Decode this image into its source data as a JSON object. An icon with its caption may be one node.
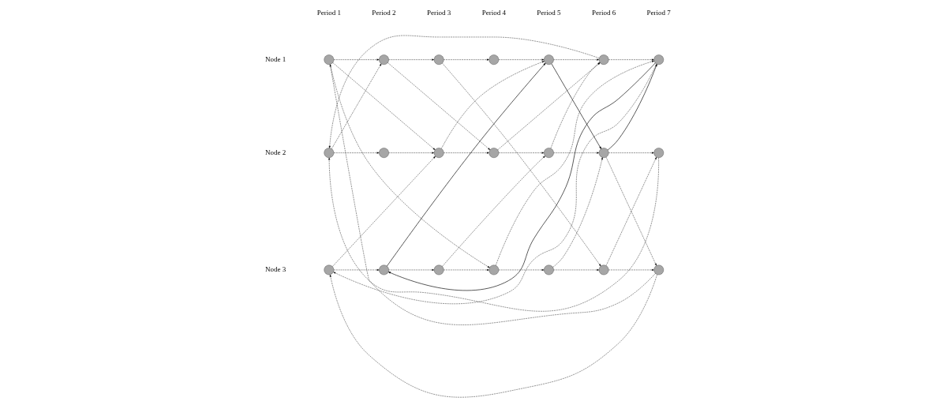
{
  "diagram": {
    "nodes": [
      {
        "text": [],
        "shape": "circle"
      },
      {
        "text": [],
        "shape": "circle"
      },
      {
        "text": [],
        "shape": "circle"
      },
      {
        "text": [],
        "shape": "circle"
      },
      {
        "text": [],
        "shape": "circle"
      },
      {
        "text": [],
        "shape": "circle"
      },
      {
        "text": [],
        "shape": "circle"
      },
      {
        "text": [],
        "shape": "circle"
      },
      {
        "text": [],
        "shape": "circle"
      },
      {
        "text": [],
        "shape": "circle"
      },
      {
        "text": [],
        "shape": "circle"
      },
      {
        "text": [],
        "shape": "circle"
      },
      {
        "text": [],
        "shape": "circle"
      },
      {
        "text": [],
        "shape": "circle"
      },
      {
        "text": [],
        "shape": "circle"
      },
      {
        "text": [],
        "shape": "circle"
      },
      {
        "text": [],
        "shape": "circle"
      },
      {
        "text": [],
        "shape": "circle"
      },
      {
        "text": [],
        "shape": "circle"
      },
      {
        "text": [],
        "shape": "circle"
      },
      {
        "text": [],
        "shape": "circle"
      }
    ],
    "edges": [
      {
        "from": 0,
        "to": 1,
        "arrow": "to",
        "style": "dashed"
      },
      {
        "from": 1,
        "to": 2,
        "arrow": "to",
        "style": "dashed"
      },
      {
        "from": 2,
        "to": 3,
        "arrow": "to",
        "style": "dashed"
      },
      {
        "from": 3,
        "to": 4,
        "arrow": "to",
        "style": "dashed"
      },
      {
        "from": 4,
        "to": 5,
        "arrow": "to",
        "style": "dashed"
      },
      {
        "from": 5,
        "to": 6,
        "arrow": "to",
        "style": "dashed"
      },
      {
        "from": 7,
        "to": 8,
        "arrow": "to",
        "style": "dashed"
      },
      {
        "from": 8,
        "to": 9,
        "arrow": "to",
        "style": "dashed"
      },
      {
        "from": 9,
        "to": 10,
        "arrow": "to",
        "style": "dashed"
      },
      {
        "from": 10,
        "to": 11,
        "arrow": "to",
        "style": "dashed"
      },
      {
        "from": 11,
        "to": 12,
        "arrow": "to",
        "style": "dashed"
      },
      {
        "from": 12,
        "to": 13,
        "arrow": "to",
        "style": "dashed"
      },
      {
        "from": 14,
        "to": 15,
        "arrow": "to",
        "style": "dashed"
      },
      {
        "from": 15,
        "to": 16,
        "arrow": "to",
        "style": "dashed"
      },
      {
        "from": 16,
        "to": 17,
        "arrow": "to",
        "style": "dashed"
      },
      {
        "from": 17,
        "to": 18,
        "arrow": "to",
        "style": "dashed"
      },
      {
        "from": 18,
        "to": 19,
        "arrow": "to",
        "style": "dashed"
      },
      {
        "from": 19,
        "to": 20,
        "arrow": "to",
        "style": "dashed"
      },
      {
        "from": 6,
        "to": 14,
        "arrow": "to",
        "style": "dashed"
      },
      {
        "from": 5,
        "to": 7,
        "arrow": "to",
        "style": "dashed"
      },
      {
        "from": 20,
        "to": 0,
        "arrow": "to",
        "style": "dashed"
      },
      {
        "from": 13,
        "to": 7,
        "arrow": "to",
        "style": "dashed"
      },
      {
        "from": 20,
        "to": 14,
        "arrow": "to",
        "style": "dashed"
      },
      {
        "from": 7,
        "to": 1,
        "arrow": "to",
        "style": "dashed"
      },
      {
        "from": 0,
        "to": 9,
        "arrow": "to",
        "style": "dashed"
      },
      {
        "from": 0,
        "to": 17,
        "arrow": "to",
        "style": "dashed"
      },
      {
        "from": 1,
        "to": 10,
        "arrow": "to",
        "style": "dashed"
      },
      {
        "from": 2,
        "to": 19,
        "arrow": "to",
        "style": "dashed"
      },
      {
        "from": 9,
        "to": 4,
        "arrow": "to",
        "style": "dashed"
      },
      {
        "from": 10,
        "to": 5,
        "arrow": "to",
        "style": "dashed"
      },
      {
        "from": 11,
        "to": 5,
        "arrow": "to",
        "style": "dashed"
      },
      {
        "from": 17,
        "to": 6,
        "arrow": "to",
        "style": "dashed"
      },
      {
        "from": 14,
        "to": 9,
        "arrow": "to",
        "style": "dashed"
      },
      {
        "from": 16,
        "to": 11,
        "arrow": "to",
        "style": "dashed"
      },
      {
        "from": 18,
        "to": 12,
        "arrow": "to",
        "style": "dashed"
      },
      {
        "from": 12,
        "to": 20,
        "arrow": "to",
        "style": "dashed"
      },
      {
        "from": 19,
        "to": 13,
        "arrow": "to",
        "style": "dashed"
      },
      {
        "from": 15,
        "to": 4,
        "arrow": "to"
      },
      {
        "from": 4,
        "to": 12,
        "arrow": "to"
      },
      {
        "from": 12,
        "to": 6,
        "arrow": "to"
      },
      {
        "from": 6,
        "to": 15,
        "arrow": "to"
      }
    ],
    "labels": [
      "Period 1",
      "Period 2",
      "Period 3",
      "Period 4",
      "Period 5",
      "Period 6",
      "Period 7",
      "Node 1",
      "Node 2",
      "Node 3"
    ]
  }
}
